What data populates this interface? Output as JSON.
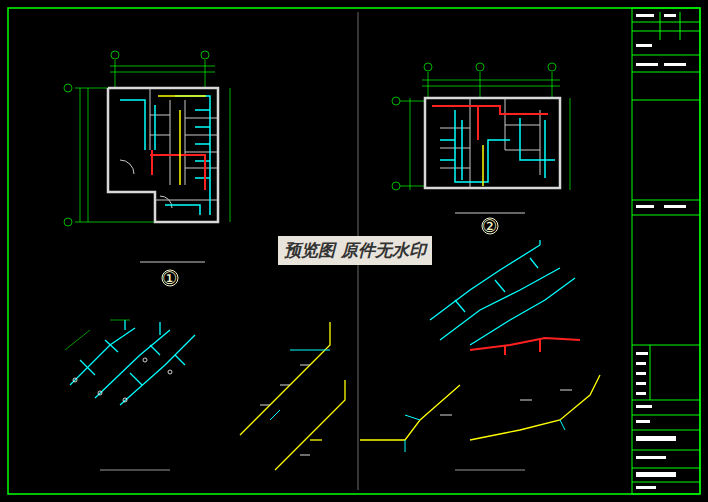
{
  "diagram": {
    "labels": [
      "预览图 原件无水印",
      "①",
      "②"
    ]
  }
}
